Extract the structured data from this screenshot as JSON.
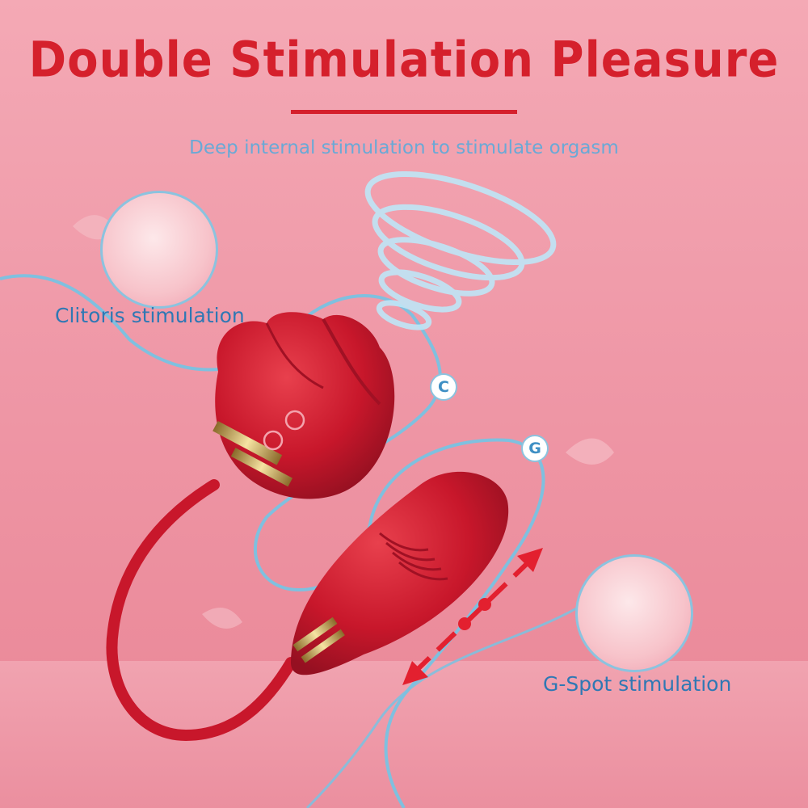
{
  "title": "Double Stimulation Pleasure",
  "subtitle": "Deep internal stimulation to stimulate orgasm",
  "callouts": {
    "clitoris": {
      "label": "Clitoris stimulation",
      "badge": "C"
    },
    "gspot": {
      "label": "G-Spot stimulation",
      "badge": "G"
    }
  },
  "colors": {
    "title": "#d5202c",
    "subtitle": "#6aa9d6",
    "label": "#2f78b4",
    "cable": "#7fc0df",
    "product": "#c8172b"
  },
  "icons": [
    "suction-swirl-icon",
    "push-arrow-icon",
    "power-button-icon",
    "mode-button-icon"
  ]
}
